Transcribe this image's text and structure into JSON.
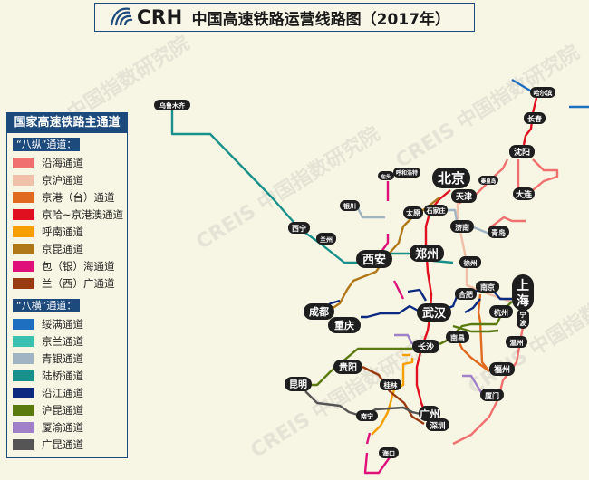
{
  "header": {
    "logo": "CRH",
    "title": "中国高速铁路运营线路图（2017年）"
  },
  "legend": {
    "title": "国家高速铁路主通道",
    "vertical_group": "“八纵”通道：",
    "vertical": [
      {
        "label": "沿海通道",
        "color": "#f07070"
      },
      {
        "label": "京沪通道",
        "color": "#f0c0a8"
      },
      {
        "label": "京港（台）通道",
        "color": "#e06a20"
      },
      {
        "label": "京哈~京港澳通道",
        "color": "#e01020"
      },
      {
        "label": "呼南通道",
        "color": "#f5a000"
      },
      {
        "label": "京昆通道",
        "color": "#b07818"
      },
      {
        "label": "包（银）海通道",
        "color": "#e0107a"
      },
      {
        "label": "兰（西）广通道",
        "color": "#9a3a10"
      }
    ],
    "horizontal_group": "“八横”通道：",
    "horizontal": [
      {
        "label": "绥满通道",
        "color": "#1f6fc0"
      },
      {
        "label": "京兰通道",
        "color": "#3cc0b0"
      },
      {
        "label": "青银通道",
        "color": "#a0b4c4"
      },
      {
        "label": "陆桥通道",
        "color": "#18908c"
      },
      {
        "label": "沿江通道",
        "color": "#0c2a80"
      },
      {
        "label": "沪昆通道",
        "color": "#5a7a10"
      },
      {
        "label": "厦渝通道",
        "color": "#a080c8"
      },
      {
        "label": "广昆通道",
        "color": "#555555"
      }
    ]
  },
  "cities": {
    "urumqi": "乌鲁木齐",
    "harbin": "哈尔滨",
    "changchun": "长春",
    "shenyang": "沈阳",
    "dalian": "大连",
    "qinhuangdao": "秦皇岛",
    "beijing": "北京",
    "tianjin": "天津",
    "baotou": "包头",
    "hohhot": "呼和浩特",
    "yinchuan": "银川",
    "taiyuan": "太原",
    "shijiazhuang": "石家庄",
    "jinan": "济南",
    "qingdao": "青岛",
    "xining": "西宁",
    "lanzhou": "兰州",
    "xian": "西安",
    "zhengzhou": "郑州",
    "xuzhou": "徐州",
    "nanjing": "南京",
    "hefei": "合肥",
    "shanghai": "上海",
    "hangzhou": "杭州",
    "ningbo": "宁波",
    "chengdu": "成都",
    "chongqing": "重庆",
    "wuhan": "武汉",
    "nanchang": "南昌",
    "changsha": "长沙",
    "wenzhou": "温州",
    "fuzhou": "福州",
    "xiamen": "厦门",
    "guiyang": "贵阳",
    "kunming": "昆明",
    "guilin": "桂林",
    "nanning": "南宁",
    "guangzhou": "广州",
    "shenzhen": "深圳",
    "haikou": "海口"
  },
  "watermark": "CREIS 中国指数研究院"
}
